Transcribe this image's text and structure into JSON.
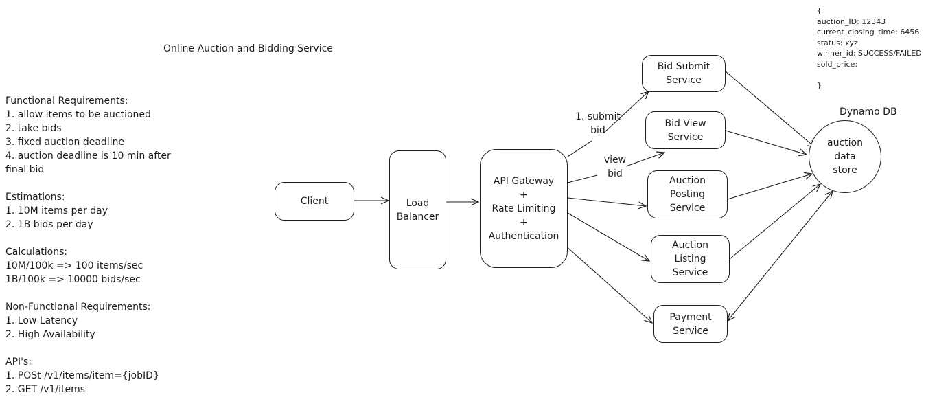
{
  "title": "Online Auction and Bidding Service",
  "notes": [
    "Functional Requirements:",
    "1. allow items to be auctioned",
    "2. take bids",
    "3. fixed auction deadline",
    "4. auction deadline is 10 min after",
    "final bid",
    "",
    "Estimations:",
    "1. 10M items per day",
    "2. 1B bids per day",
    "",
    "Calculations:",
    "10M/100k => 100 items/sec",
    "1B/100k => 10000 bids/sec",
    "",
    "Non-Functional Requirements:",
    "1. Low Latency",
    "2. High Availability",
    "",
    "API's:",
    "1. POSt /v1/items/item={jobID}",
    "2. GET /v1/items"
  ],
  "schema": [
    "{",
    "auction_ID: 12343",
    "current_closing_time: 6456",
    "status: xyz",
    "winner_id: SUCCESS/FAILED",
    "sold_price:",
    "",
    "}"
  ],
  "nodes": {
    "client": "Client",
    "load_balancer": "Load\nBalancer",
    "api_gateway": "API Gateway\n+\nRate Limiting\n+\nAuthentication",
    "bid_submit": "Bid Submit\nService",
    "bid_view": "Bid View\nService",
    "auction_posting": "Auction\nPosting\nService",
    "auction_listing": "Auction\nListing\nService",
    "payment": "Payment\nService",
    "db": "auction\ndata\nstore",
    "db_label": "Dynamo DB"
  },
  "edge_labels": {
    "submit": "1. submit\nbid",
    "view": "view\nbid"
  }
}
